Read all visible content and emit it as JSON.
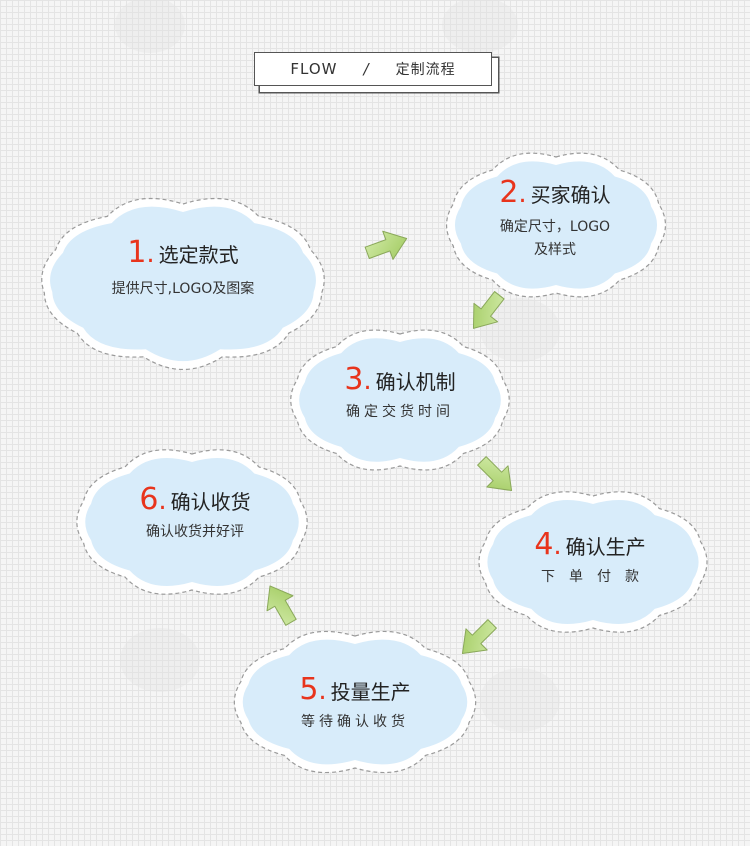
{
  "header": {
    "en": "FLOW",
    "separator": "/",
    "cn": "定制流程"
  },
  "steps": [
    {
      "num": "1",
      "dot": ".",
      "title": "选定款式",
      "lines": [
        "提供尺寸,LOGO及图案"
      ]
    },
    {
      "num": "2",
      "dot": ".",
      "title": "买家确认",
      "lines": [
        "确定尺寸，LOGO",
        "及样式"
      ]
    },
    {
      "num": "3",
      "dot": ".",
      "title": "确认机制",
      "lines": [
        "确定交货时间"
      ]
    },
    {
      "num": "4",
      "dot": ".",
      "title": "确认生产",
      "lines": [
        "下单付款"
      ]
    },
    {
      "num": "5",
      "dot": ".",
      "title": "投量生产",
      "lines": [
        "等待确认收货"
      ]
    },
    {
      "num": "6",
      "dot": ".",
      "title": "确认收货",
      "lines": [
        "确认收货并好评"
      ]
    }
  ],
  "colors": {
    "cloud_fill": "#d8ecfa",
    "cloud_border": "#9a9a9a",
    "number": "#e8341c",
    "arrow_fill": "#b5d873",
    "arrow_stroke": "#8aa85a"
  }
}
